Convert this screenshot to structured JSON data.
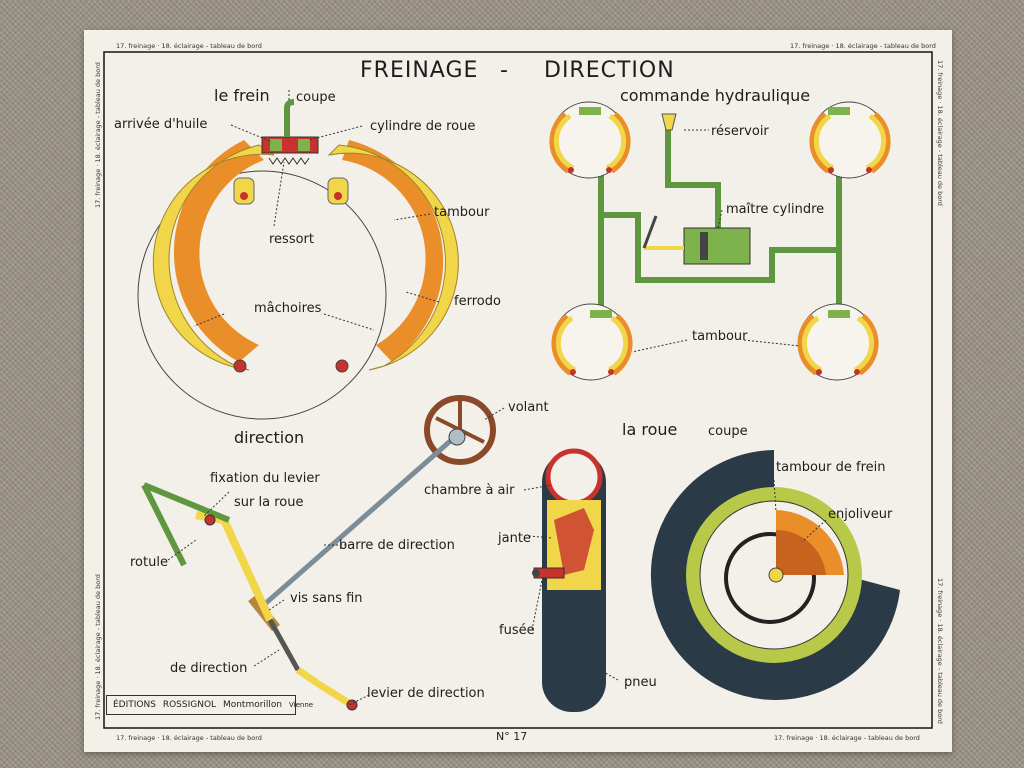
{
  "header": {
    "title_left": "FREINAGE",
    "title_dash": "-",
    "title_right": "DIRECTION",
    "top_left": "17. freinage · 18. éclairage - tableau de bord",
    "top_right": "17. freinage · 18. éclairage - tableau de bord"
  },
  "margins": {
    "left_top": "17. freinage · 18. éclairage - tableau de bord",
    "left_bottom": "17. freinage · 18. éclairage - tableau de bord",
    "right_top": "17. freinage · 18. éclairage - tableau de bord",
    "right_bottom": "17. freinage · 18. éclairage - tableau de bord",
    "bottom_left": "17. freinage · 18. éclairage - tableau de bord",
    "bottom_right": "17. freinage · 18. éclairage - tableau de bord"
  },
  "brake": {
    "heading": "le frein",
    "section_note": "coupe",
    "labels": {
      "oil_inlet": "arrivée d'huile",
      "wheel_cylinder": "cylindre de roue",
      "drum": "tambour",
      "spring": "ressort",
      "shoes": "mâchoires",
      "lining": "ferrodo"
    }
  },
  "hydraulic": {
    "heading": "commande hydraulique",
    "labels": {
      "reservoir": "réservoir",
      "master_cylinder": "maître cylindre",
      "drum": "tambour"
    }
  },
  "steering": {
    "heading": "direction",
    "labels": {
      "wheel": "volant",
      "lever_mount": "fixation du levier",
      "lever_mount_2": "sur la roue",
      "ball_joint": "rotule",
      "steering_bar": "barre de direction",
      "worm_screw": "vis sans fin",
      "steering_of": "de direction",
      "steering_lever": "levier de direction"
    }
  },
  "roadwheel": {
    "heading": "la roue",
    "section_note": "coupe",
    "labels": {
      "inner_tube": "chambre à air",
      "rim": "jante",
      "spindle": "fusée",
      "tyre": "pneu",
      "brake_drum": "tambour de frein",
      "hubcap": "enjoliveur"
    }
  },
  "footer": {
    "publisher": "ÉDITIONS",
    "publisher_name": "ROSSIGNOL",
    "publisher_city": "Montmorillon",
    "publisher_region": "Vienne",
    "plate_number": "N° 17"
  },
  "colors": {
    "paper": "#f3f0e9",
    "yellow": "#f1d64a",
    "orange": "#ea8e2a",
    "green": "#7db24c",
    "dark_tyre": "#2a3a46",
    "red": "#c8322e",
    "brown": "#8a4a2a"
  }
}
